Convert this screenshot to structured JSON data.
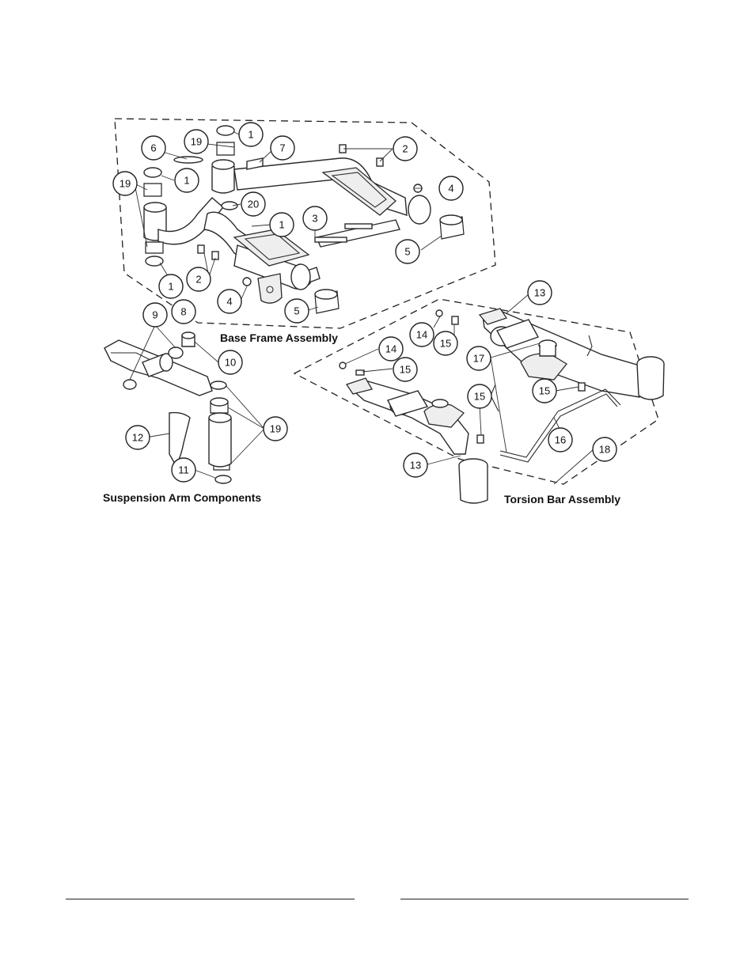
{
  "sections": {
    "base_frame": "Base Frame Assembly",
    "suspension_arm": "Suspension Arm Components",
    "torsion_bar": "Torsion Bar Assembly"
  },
  "callouts": {
    "c1a": "1",
    "c19a": "19",
    "c6": "6",
    "c7": "7",
    "c2a": "2",
    "c1b": "1",
    "c4a": "4",
    "c19b": "19",
    "c20": "20",
    "c3": "3",
    "c1c": "1",
    "c5a": "5",
    "c1d": "1",
    "c2b": "2",
    "c4b": "4",
    "c5b": "5",
    "c8": "8",
    "c9": "9",
    "c10": "10",
    "c12": "12",
    "c19c": "19",
    "c11": "11",
    "c13a": "13",
    "c14a": "14",
    "c15a": "15",
    "c14b": "14",
    "c15b": "15",
    "c17": "17",
    "c15c": "15",
    "c15d": "15",
    "c16": "16",
    "c18": "18",
    "c13b": "13"
  }
}
